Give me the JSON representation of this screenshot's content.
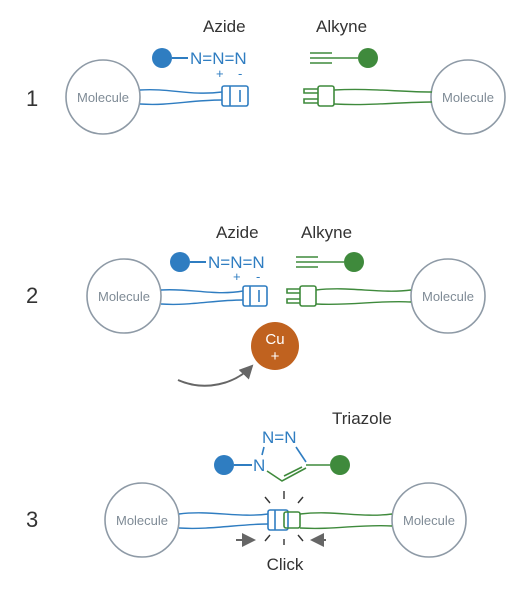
{
  "colors": {
    "azide": "#2f7dc1",
    "alkyne": "#3f8a3c",
    "molecule_stroke": "#8e9aa6",
    "molecule_text": "#7f8b96",
    "label": "#333333",
    "step_number": "#333333",
    "copper_fill": "#c0621f",
    "copper_text": "#ffffff",
    "arrow": "#666666"
  },
  "labels": {
    "azide": "Azide",
    "alkyne": "Alkyne",
    "molecule": "Molecule",
    "triazole": "Triazole",
    "click": "Click",
    "azide_formula": "N=N=N",
    "plus": "+",
    "minus": "-",
    "triazole_n_top": "N=N",
    "triazole_n_left": "N"
  },
  "copper": {
    "line1": "Cu",
    "line2": "+"
  },
  "steps": [
    {
      "number": "1"
    },
    {
      "number": "2"
    },
    {
      "number": "3"
    }
  ]
}
